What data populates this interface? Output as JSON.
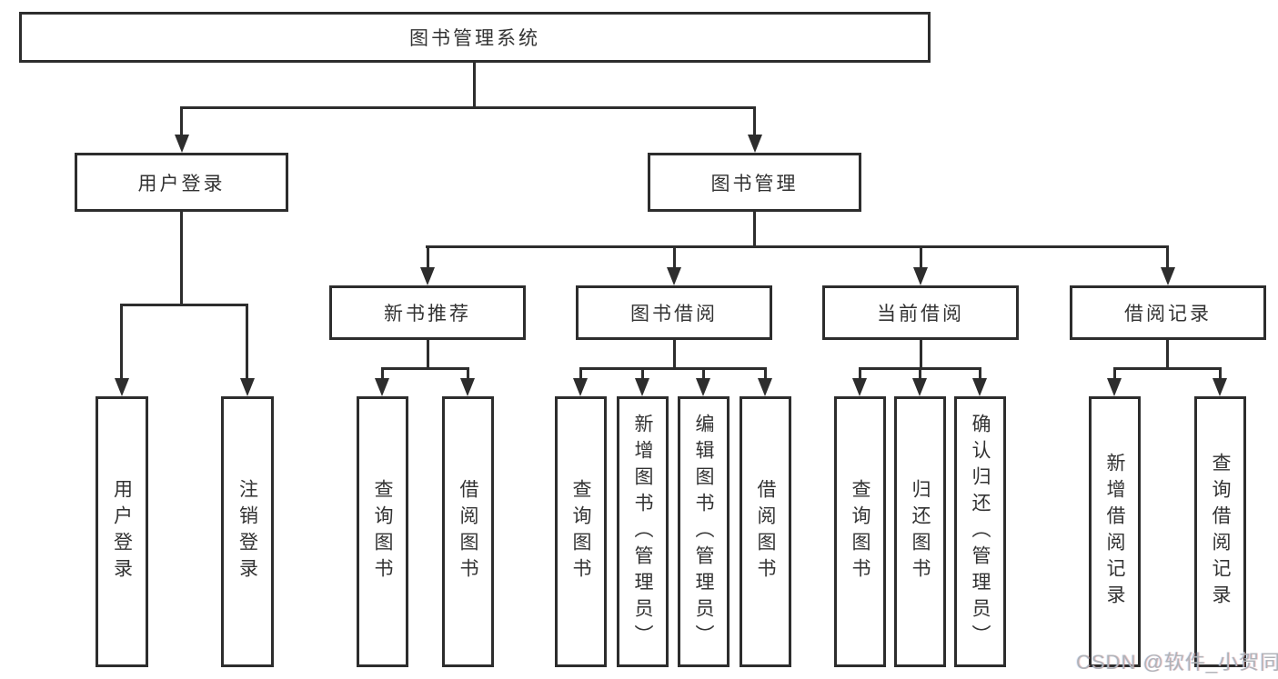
{
  "title": "图书管理系统",
  "branches": {
    "user": {
      "label": "用户登录",
      "leaves": [
        "用户登录",
        "注销登录"
      ]
    },
    "book": {
      "label": "图书管理",
      "groups": [
        {
          "label": "新书推荐",
          "leaves": [
            "查询图书",
            "借阅图书"
          ]
        },
        {
          "label": "图书借阅",
          "leaves": [
            "查询图书",
            "新增图书（管理员）",
            "编辑图书（管理员）",
            "借阅图书"
          ]
        },
        {
          "label": "当前借阅",
          "leaves": [
            "查询图书",
            "归还图书",
            "确认归还（管理员）"
          ]
        },
        {
          "label": "借阅记录",
          "leaves": [
            "新增借阅记录",
            "查询借阅记录"
          ]
        }
      ]
    }
  },
  "watermark": "CSDN @软件_小贺同学",
  "colors": {
    "line": "#2d2d2d",
    "text": "#333333",
    "background": "#ffffff",
    "watermark": "#b0b3b8"
  }
}
